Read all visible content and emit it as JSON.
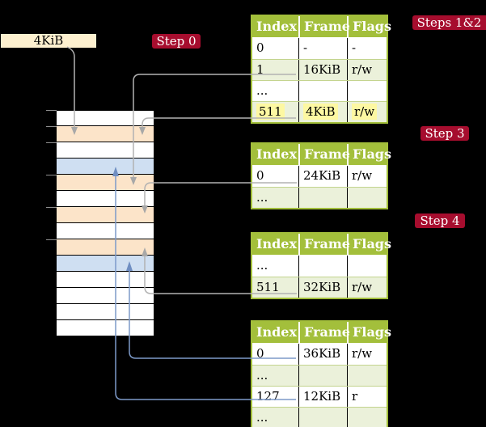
{
  "palette": {
    "background": "#000000",
    "accent_red": "#a60d2e",
    "table_header_green": "#a3bf3b",
    "table_row_green": "#ebf1da",
    "highlight_yellow": "#fdf8a2",
    "frame_wheat": "#fce4c9",
    "frame_blue": "#cfdff2",
    "legend_cream": "#fdf0cf",
    "connector_gray": "#b2b2b2",
    "connector_blue": "#7d9ac9"
  },
  "legend": {
    "label": "4KiB"
  },
  "badges": {
    "step0": "Step 0",
    "steps12": "Steps 1&2",
    "step3": "Step 3",
    "step4": "Step 4"
  },
  "memory": {
    "row_colors": [
      "free",
      "table",
      "free",
      "data",
      "table",
      "free",
      "table",
      "free",
      "table",
      "data",
      "free",
      "free",
      "free",
      "free"
    ]
  },
  "tables": [
    {
      "headers": [
        "Index",
        "Frame",
        "Flags"
      ],
      "rows": [
        {
          "cells": [
            "0",
            "-",
            "-"
          ]
        },
        {
          "cells": [
            "1",
            "16KiB",
            "r/w"
          ]
        },
        {
          "cells": [
            "...",
            "",
            ""
          ]
        },
        {
          "cells": [
            "511",
            "4KiB",
            "r/w"
          ]
        }
      ]
    },
    {
      "headers": [
        "Index",
        "Frame",
        "Flags"
      ],
      "rows": [
        {
          "cells": [
            "0",
            "24KiB",
            "r/w"
          ]
        },
        {
          "cells": [
            "...",
            "",
            ""
          ]
        }
      ]
    },
    {
      "headers": [
        "Index",
        "Frame",
        "Flags"
      ],
      "rows": [
        {
          "cells": [
            "...",
            "",
            ""
          ]
        },
        {
          "cells": [
            "511",
            "32KiB",
            "r/w"
          ]
        }
      ]
    },
    {
      "headers": [
        "Index",
        "Frame",
        "Flags"
      ],
      "rows": [
        {
          "cells": [
            "0",
            "36KiB",
            "r/w"
          ]
        },
        {
          "cells": [
            "...",
            "",
            ""
          ]
        },
        {
          "cells": [
            "127",
            "12KiB",
            "r"
          ]
        },
        {
          "cells": [
            "...",
            "",
            ""
          ]
        }
      ]
    }
  ]
}
